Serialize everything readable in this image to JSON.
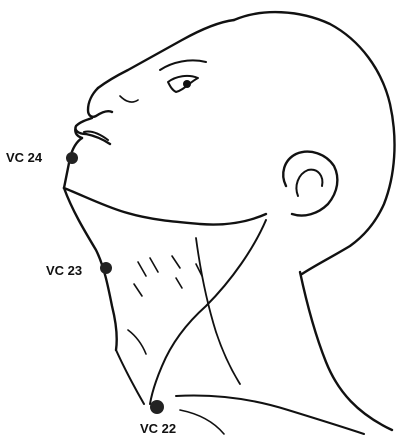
{
  "points": [
    {
      "id": "vc24",
      "label": "VC 24"
    },
    {
      "id": "vc23",
      "label": "VC 23"
    },
    {
      "id": "vc22",
      "label": "VC 22"
    }
  ],
  "colors": {
    "ink": "#111111",
    "background": "#ffffff"
  }
}
